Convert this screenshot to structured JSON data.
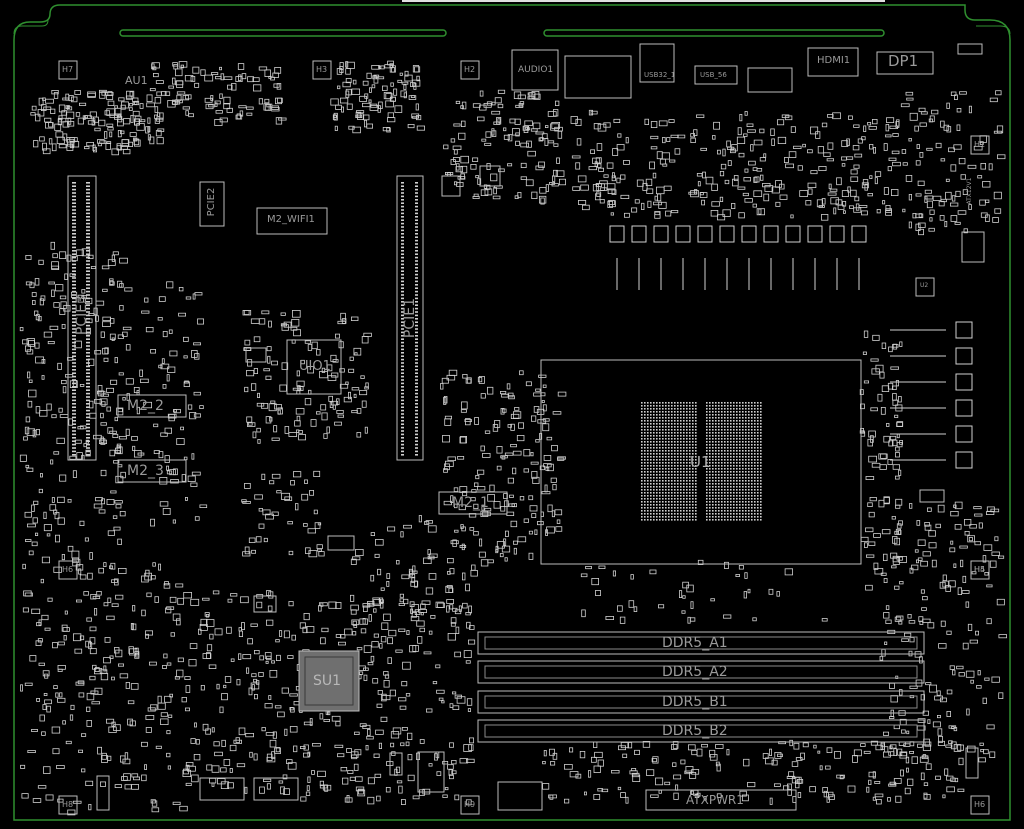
{
  "board": {
    "colors": {
      "background": "#000000",
      "outline": "#2f8f2f",
      "silk": "#c8c8c8",
      "label": "#9a9a9a",
      "pad": "#d0d0d0"
    }
  },
  "labels": {
    "au1": "AU1",
    "audio1": "AUDIO1",
    "usb32_1": "USB32_1",
    "usb_56": "USB_56",
    "hdmi1": "HDMI1",
    "dp1": "DP1",
    "m2_wifi1": "M2_WIFI1",
    "pcie2": "PCIE2",
    "pcie3": "PCIE3",
    "pcie1": "PCIE1",
    "uio1": "UIO1",
    "m2_2": "M2_2",
    "m2_3": "M2_3",
    "m2_1": "M2_1",
    "u1": "U1",
    "su1": "SU1",
    "ddr5_a1": "DDR5_A1",
    "ddr5_a2": "DDR5_A2",
    "ddr5_b1": "DDR5_B1",
    "ddr5_b2": "DDR5_B2",
    "atxpwr1": "ATXPWR1",
    "u2": "U2",
    "atx12v1": "ATX12V1"
  },
  "mounting_holes": [
    "H7",
    "H3",
    "H2",
    "H1",
    "H4",
    "H5",
    "H6",
    "H8",
    "H9",
    "H6"
  ]
}
